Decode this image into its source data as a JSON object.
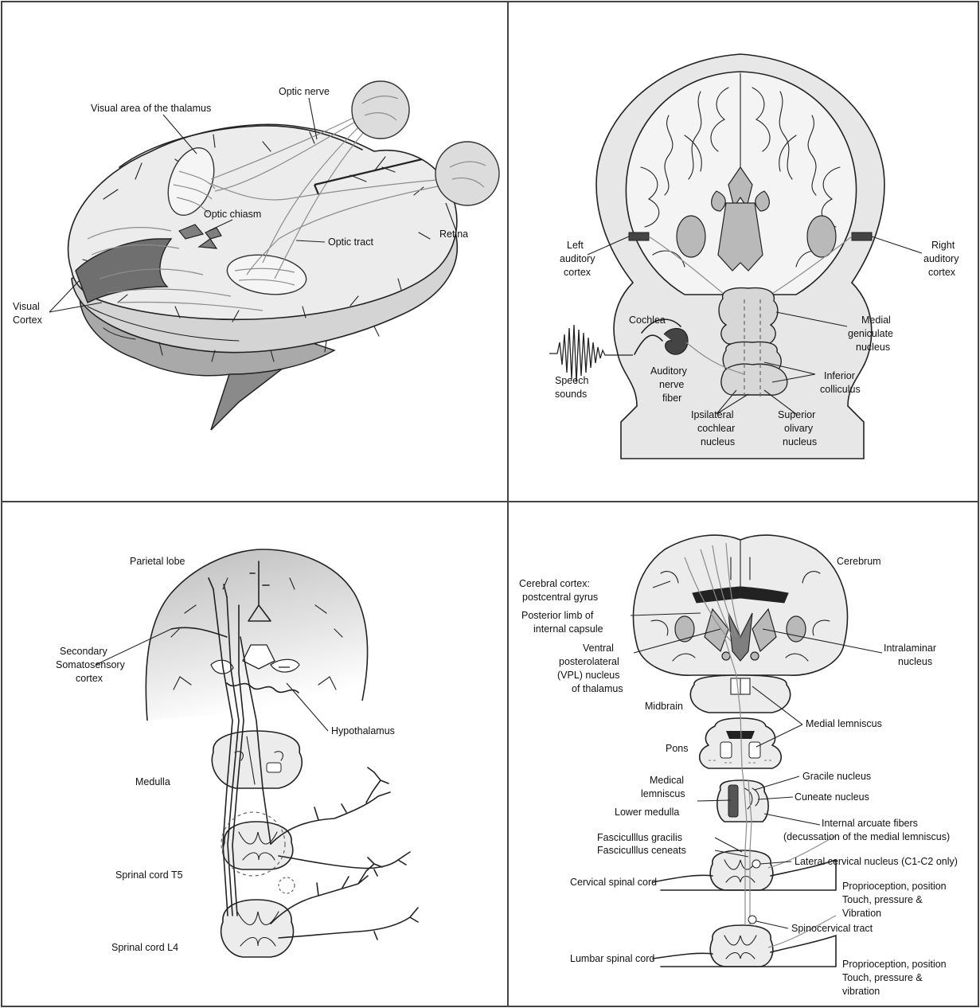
{
  "panels": {
    "visual": {
      "labels": {
        "optic_nerve": "Optic nerve",
        "visual_thalamus": "Visual area of the thalamus",
        "optic_chiasm": "Optic chiasm",
        "optic_tract": "Optic tract",
        "retina": "Retina",
        "visual_cortex": [
          "Visual",
          "Cortex"
        ]
      }
    },
    "auditory": {
      "labels": {
        "left_auditory_cortex": [
          "Left",
          "auditory",
          "cortex"
        ],
        "right_auditory_cortex": [
          "Right",
          "auditory",
          "cortex"
        ],
        "cochlea": "Cochlea",
        "medial_geniculate_nucleus": [
          "Medial",
          "geniculate",
          "nucleus"
        ],
        "speech_sounds": [
          "Speech",
          "sounds"
        ],
        "auditory_nerve_fiber": [
          "Auditory",
          "nerve",
          "fiber"
        ],
        "inferior_colliculus": [
          "Inferior",
          "colliculus"
        ],
        "ipsilateral_cochlear_nucleus": [
          "Ipsilateral",
          "cochlear",
          "nucleus"
        ],
        "superior_olivary_nucleus": [
          "Superior",
          "olivary",
          "nucleus"
        ]
      }
    },
    "somatosensory": {
      "labels": {
        "parietal_lobe": "Parietal lobe",
        "secondary_cortex": [
          "Secondary",
          "Somatosensory",
          "cortex"
        ],
        "hypothalamus": "Hypothalamus",
        "medulla": "Medulla",
        "spinal_t5": "Sprinal cord T5",
        "spinal_l4": "Sprinal cord L4"
      }
    },
    "lemniscal": {
      "labels": {
        "cerebrum": "Cerebrum",
        "cerebral_cortex": [
          "Cerebral cortex:",
          "postcentral gyrus"
        ],
        "posterior_limb": [
          "Posterior limb of",
          "internal capsule"
        ],
        "vpl_nucleus": [
          "Ventral",
          "posterolateral",
          "(VPL) nucleus",
          "of thalamus"
        ],
        "intralaminar": [
          "Intralaminar",
          "nucleus"
        ],
        "midbrain": "Midbrain",
        "medial_lemniscus": "Medial lemniscus",
        "pons": "Pons",
        "medical_lemniscus": [
          "Medical",
          "lemniscus"
        ],
        "gracile_nucleus": "Gracile nucleus",
        "cuneate_nucleus": "Cuneate nucleus",
        "lower_medulla": "Lower medulla",
        "internal_arcuate": [
          "Internal arcuate fibers",
          "(decussation of the medial lemniscus)"
        ],
        "fasciculus_gracilis": "Fasciculllus gracilis",
        "fasciculus_ceneats": "Fasciculllus ceneats",
        "lateral_cervical": "Lateral cervical nucleus (C1-C2 only)",
        "cervical_cord": "Cervical spinal cord",
        "proprio_1": [
          "Proprioception, position",
          "Touch, pressure &",
          "Vibration"
        ],
        "spinocervical": "Spinocervical tract",
        "lumbar_cord": "Lumbar spinal cord",
        "proprio_2": [
          "Proprioception, position",
          "Touch, pressure &",
          "vibration"
        ]
      }
    }
  }
}
